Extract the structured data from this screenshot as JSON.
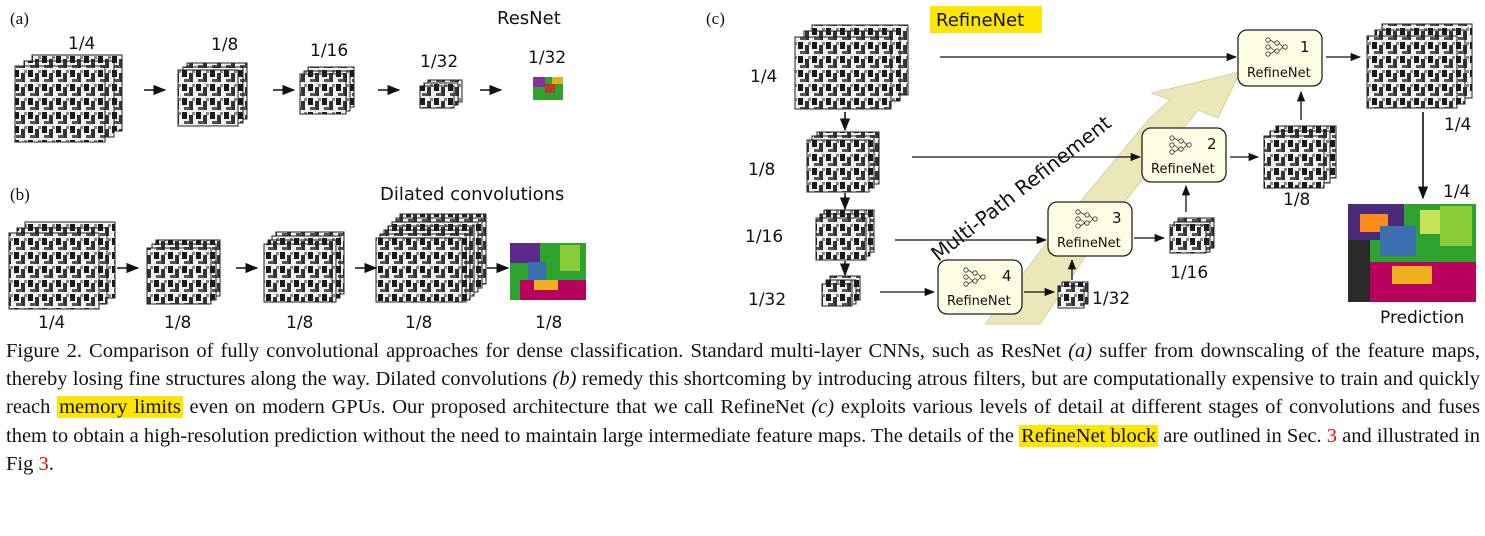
{
  "panel_a": {
    "letter": "(a)",
    "title": "ResNet",
    "scale_labels": [
      "1/4",
      "1/8",
      "1/16",
      "1/32",
      "1/32"
    ]
  },
  "panel_b": {
    "letter": "(b)",
    "title": "Dilated convolutions",
    "scale_labels": [
      "1/4",
      "1/8",
      "1/8",
      "1/8",
      "1/8"
    ]
  },
  "panel_c": {
    "letter": "(c)",
    "title": "RefineNet",
    "path_label": "Multi-Path Refinement",
    "input_scales": [
      "1/4",
      "1/8",
      "1/16",
      "1/32"
    ],
    "blocks": [
      {
        "number": "1",
        "label": "RefineNet"
      },
      {
        "number": "2",
        "label": "RefineNet"
      },
      {
        "number": "3",
        "label": "RefineNet"
      },
      {
        "number": "4",
        "label": "RefineNet"
      }
    ],
    "output_scales": [
      "1/4",
      "1/8",
      "1/16",
      "1/32"
    ],
    "prediction_scale": "1/4",
    "prediction_label": "Prediction"
  },
  "caption": {
    "prefix": "Figure 2. Comparison of fully convolutional approaches for dense classification. Standard multi-layer CNNs, such as ResNet ",
    "a": "(a)",
    "t1": " suffer from downscaling of the feature maps, thereby losing fine structures along the way. Dilated convolutions ",
    "b": "(b)",
    "t2": " remedy this shortcoming by introducing atrous filters, but are computationally expensive to train and quickly reach ",
    "hl1": "memory limits",
    "t3": " even on modern GPUs. Our proposed architecture that we call RefineNet ",
    "c": "(c)",
    "t4": " exploits various levels of detail at different stages of convolutions and fuses them to obtain a high-resolution prediction without the need to maintain large intermediate feature maps. The details of the ",
    "hl2": "RefineNet block",
    "t5": " are outlined in Sec. ",
    "ref1": "3",
    "t6": " and illustrated in Fig ",
    "ref2": "3",
    "t7": "."
  },
  "colors": {
    "highlight": "#ffe600",
    "block_fill": "#fffde3",
    "arrow_fill": "#ece7b8",
    "ref_red": "#dd1111"
  }
}
